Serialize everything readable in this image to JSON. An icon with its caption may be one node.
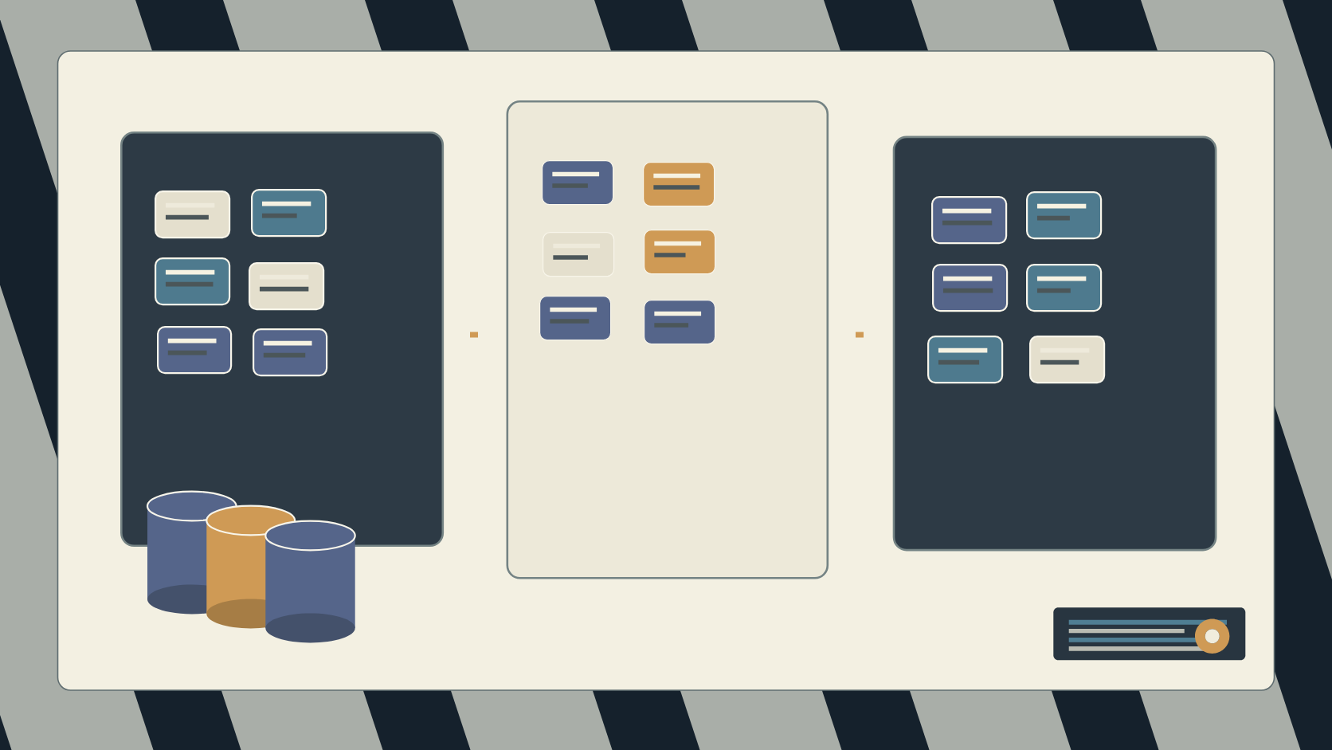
{
  "diagram": {
    "nodes": [
      {
        "text": [],
        "shape": "box"
      },
      {
        "text": [],
        "shape": "box",
        "in": 0
      },
      {
        "text": [],
        "shape": "box",
        "in": 0
      },
      {
        "text": [],
        "shape": "box",
        "in": 0
      },
      {
        "text": [],
        "shape": "box",
        "in": 0
      },
      {
        "text": [],
        "shape": "box",
        "in": 0
      },
      {
        "text": [],
        "shape": "box",
        "in": 0
      },
      {
        "text": [],
        "shape": "box"
      },
      {
        "text": [],
        "shape": "box",
        "in": 7
      },
      {
        "text": [],
        "shape": "box",
        "in": 7
      },
      {
        "text": [],
        "shape": "box",
        "in": 7
      },
      {
        "text": [],
        "shape": "box",
        "in": 7
      },
      {
        "text": [],
        "shape": "box",
        "in": 7
      },
      {
        "text": [],
        "shape": "box",
        "in": 7
      },
      {
        "text": [],
        "shape": "box"
      },
      {
        "text": [],
        "shape": "box",
        "in": 14
      },
      {
        "text": [],
        "shape": "box",
        "in": 14
      },
      {
        "text": [],
        "shape": "box",
        "in": 14
      },
      {
        "text": [],
        "shape": "box",
        "in": 14
      },
      {
        "text": [],
        "shape": "box",
        "in": 14
      },
      {
        "text": [],
        "shape": "box",
        "in": 14
      },
      {
        "text": [],
        "shape": "cylinder"
      },
      {
        "text": [],
        "shape": "cylinder"
      },
      {
        "text": [],
        "shape": "cylinder"
      }
    ]
  }
}
